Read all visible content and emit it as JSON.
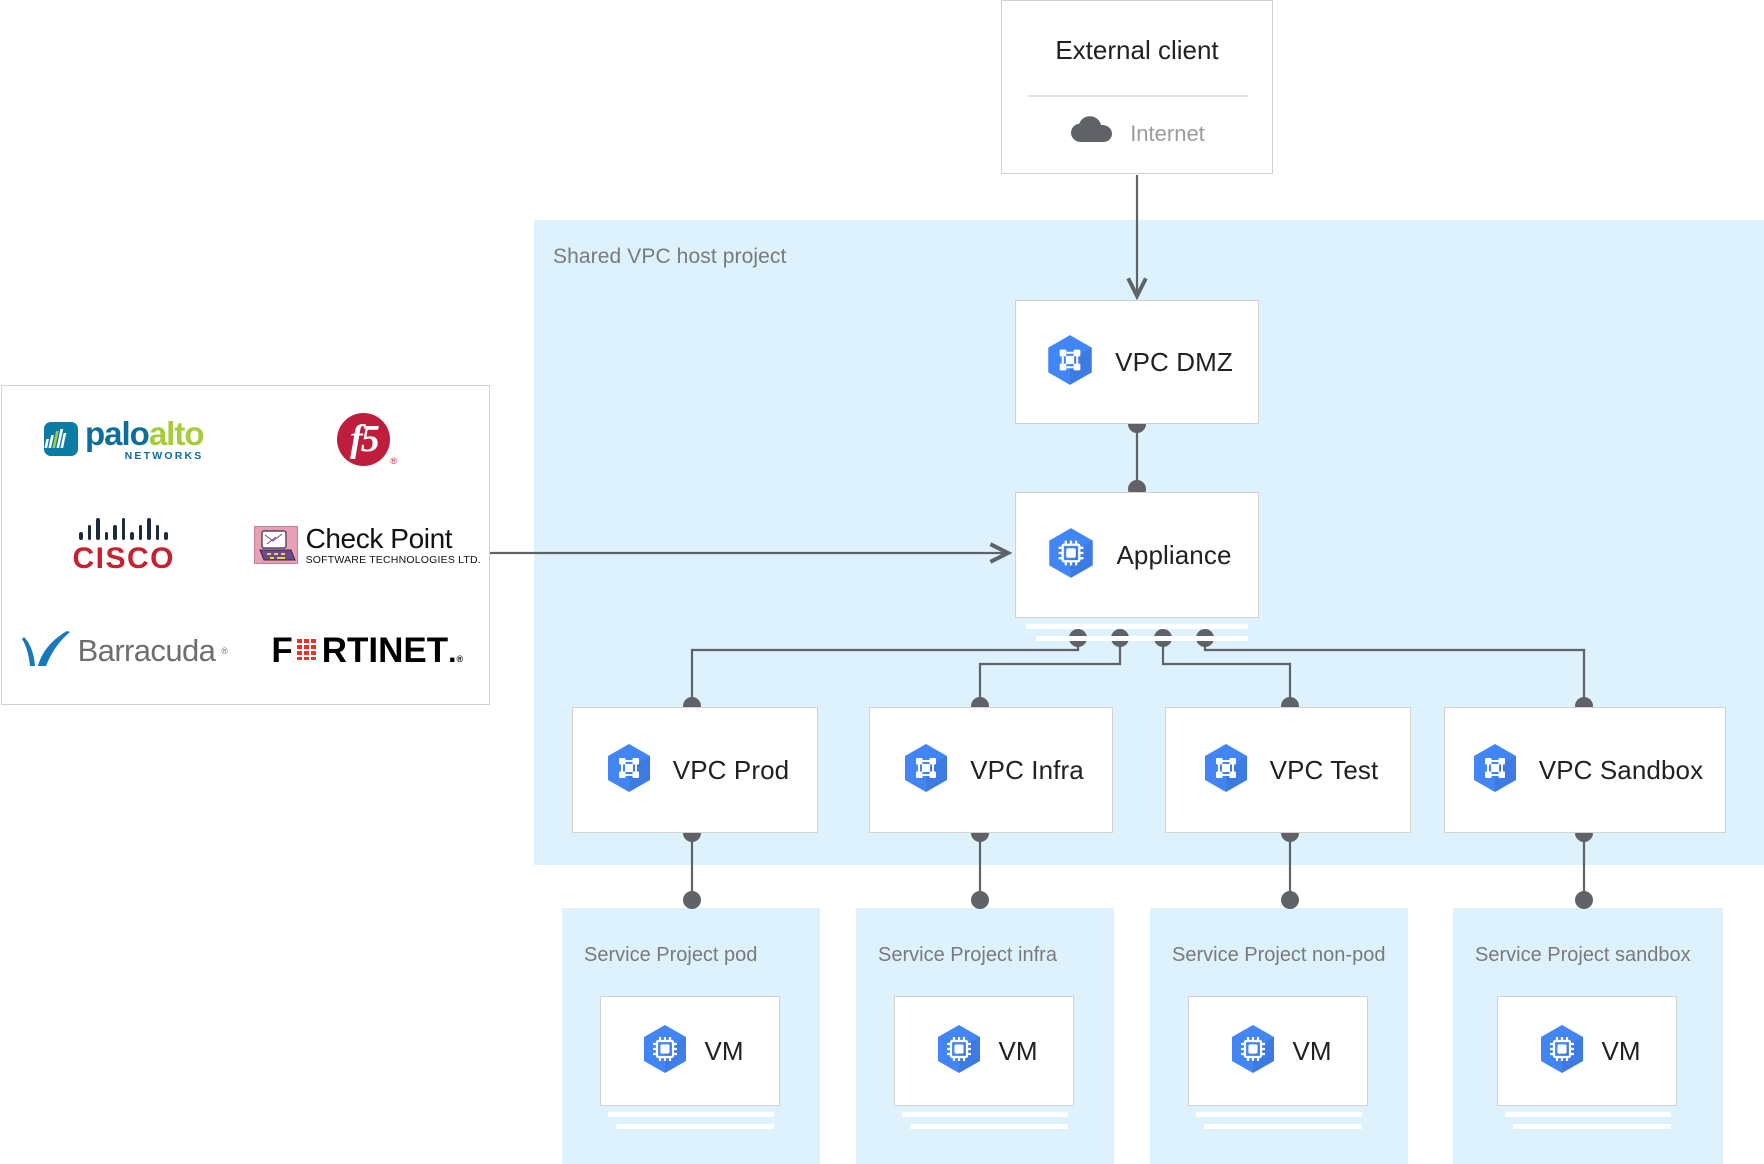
{
  "external_client": {
    "title": "External client",
    "internet_label": "Internet",
    "cloud_icon": "cloud-icon"
  },
  "shared_vpc": {
    "label": "Shared VPC host project",
    "background_color": "#DDF2FC"
  },
  "nodes": {
    "vpc_dmz": {
      "label": "VPC DMZ",
      "icon": "vpc-network-icon"
    },
    "appliance": {
      "label": "Appliance",
      "icon": "appliance-chip-icon"
    },
    "vpc_prod": {
      "label": "VPC Prod",
      "icon": "vpc-network-icon"
    },
    "vpc_infra": {
      "label": "VPC Infra",
      "icon": "vpc-network-icon"
    },
    "vpc_test": {
      "label": "VPC Test",
      "icon": "vpc-network-icon"
    },
    "vpc_sandbox": {
      "label": "VPC Sandbox",
      "icon": "vpc-network-icon"
    }
  },
  "service_projects": [
    {
      "label": "Service Project pod",
      "vm_label": "VM",
      "vm_icon": "vm-chip-icon"
    },
    {
      "label": "Service Project infra",
      "vm_label": "VM",
      "vm_icon": "vm-chip-icon"
    },
    {
      "label": "Service Project non-pod",
      "vm_label": "VM",
      "vm_icon": "vm-chip-icon"
    },
    {
      "label": "Service Project sandbox",
      "vm_label": "VM",
      "vm_icon": "vm-chip-icon"
    }
  ],
  "vendor_panel": {
    "vendors": [
      {
        "name": "Palo Alto Networks",
        "icon": "paloalto-logo",
        "word1": "palo",
        "word2": "alto",
        "tagline": "NETWORKS"
      },
      {
        "name": "F5",
        "icon": "f5-logo",
        "mark": "f5"
      },
      {
        "name": "Cisco",
        "icon": "cisco-logo",
        "wordmark": "CISCO"
      },
      {
        "name": "Check Point",
        "icon": "checkpoint-logo",
        "wordmark": "Check Point",
        "tagline": "SOFTWARE TECHNOLOGIES LTD."
      },
      {
        "name": "Barracuda",
        "icon": "barracuda-logo",
        "wordmark": "Barracuda"
      },
      {
        "name": "Fortinet",
        "icon": "fortinet-logo",
        "part1": "F",
        "part2": "RTINET"
      }
    ]
  },
  "colors": {
    "gcp_blue": "#4285F4",
    "gcp_blue_dark": "#3B78E7",
    "region_blue": "#DDF2FC",
    "connector_gray": "#5F6368",
    "card_border": "#D6D1CE",
    "text_dark": "#202124",
    "text_muted": "#7A7A7A",
    "paloalto_blue": "#0B6E9E",
    "paloalto_green": "#A5CD39",
    "f5_red": "#BE1E3C",
    "cisco_red": "#C8202E",
    "cisco_navy": "#1B2B3A",
    "checkpoint_pink": "#E8A0B4",
    "barracuda_blue": "#1878BE",
    "barracuda_gray": "#6E6E6E",
    "fortinet_red": "#EE3124"
  }
}
